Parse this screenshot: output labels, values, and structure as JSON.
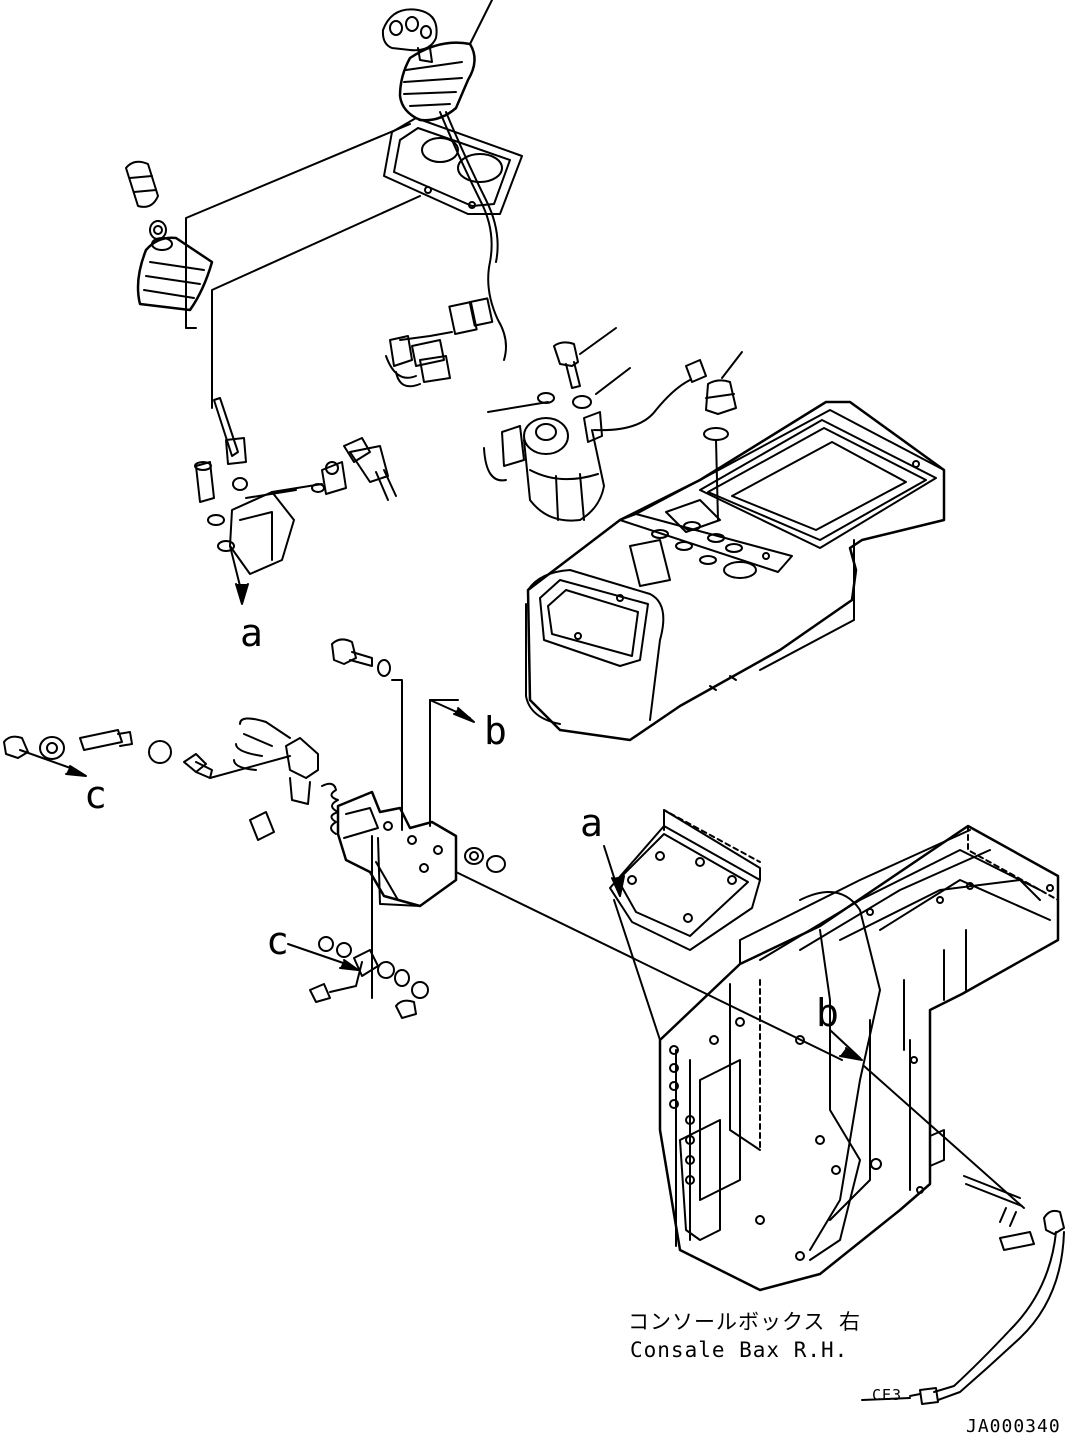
{
  "labels": {
    "ref_a_upper": "a",
    "ref_b_mid": "b",
    "ref_c_left": "c",
    "ref_a_right": "a",
    "ref_c_lower": "c",
    "ref_b_right": "b"
  },
  "caption": {
    "jp": "コンソールボックス 右",
    "en": "Consale Bax R.H."
  },
  "hose_end_label": "CE3",
  "drawing_code": "JA000340"
}
